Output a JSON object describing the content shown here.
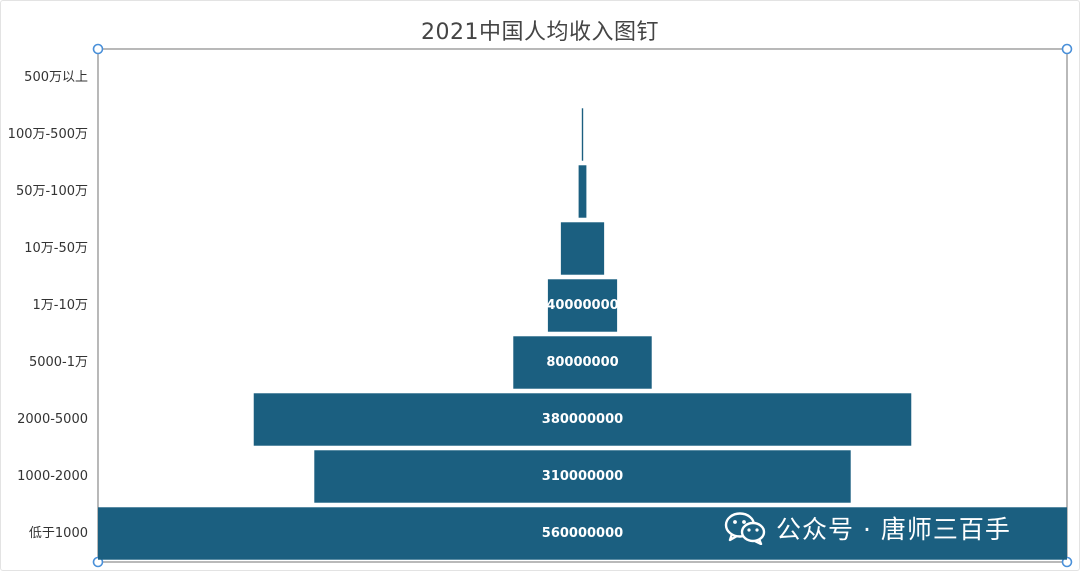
{
  "chart_data": {
    "type": "bar",
    "orientation": "horizontal",
    "layout": "centered-funnel",
    "title": "2021中国人均收入图钉",
    "categories": [
      "500万以上",
      "100万-500万",
      "50万-100万",
      "10万-50万",
      "1万-10万",
      "5000-1万",
      "2000-5000",
      "1000-2000",
      "低于1000"
    ],
    "values": [
      0,
      800000,
      4500000,
      25000000,
      40000000,
      80000000,
      380000000,
      310000000,
      560000000
    ],
    "data_labels": [
      "",
      "",
      "",
      "",
      "40000000",
      "80000000",
      "380000000",
      "310000000",
      "560000000"
    ],
    "xlim": [
      0,
      560000000
    ],
    "bar_color": "#1b5f80",
    "grid": false,
    "legend": "none"
  },
  "watermark": {
    "text": "公众号 · 唐师三百手",
    "icon": "wechat-icon"
  },
  "colors": {
    "selection_handle": "#4a90d9",
    "selection_border": "#8a8a8a"
  }
}
